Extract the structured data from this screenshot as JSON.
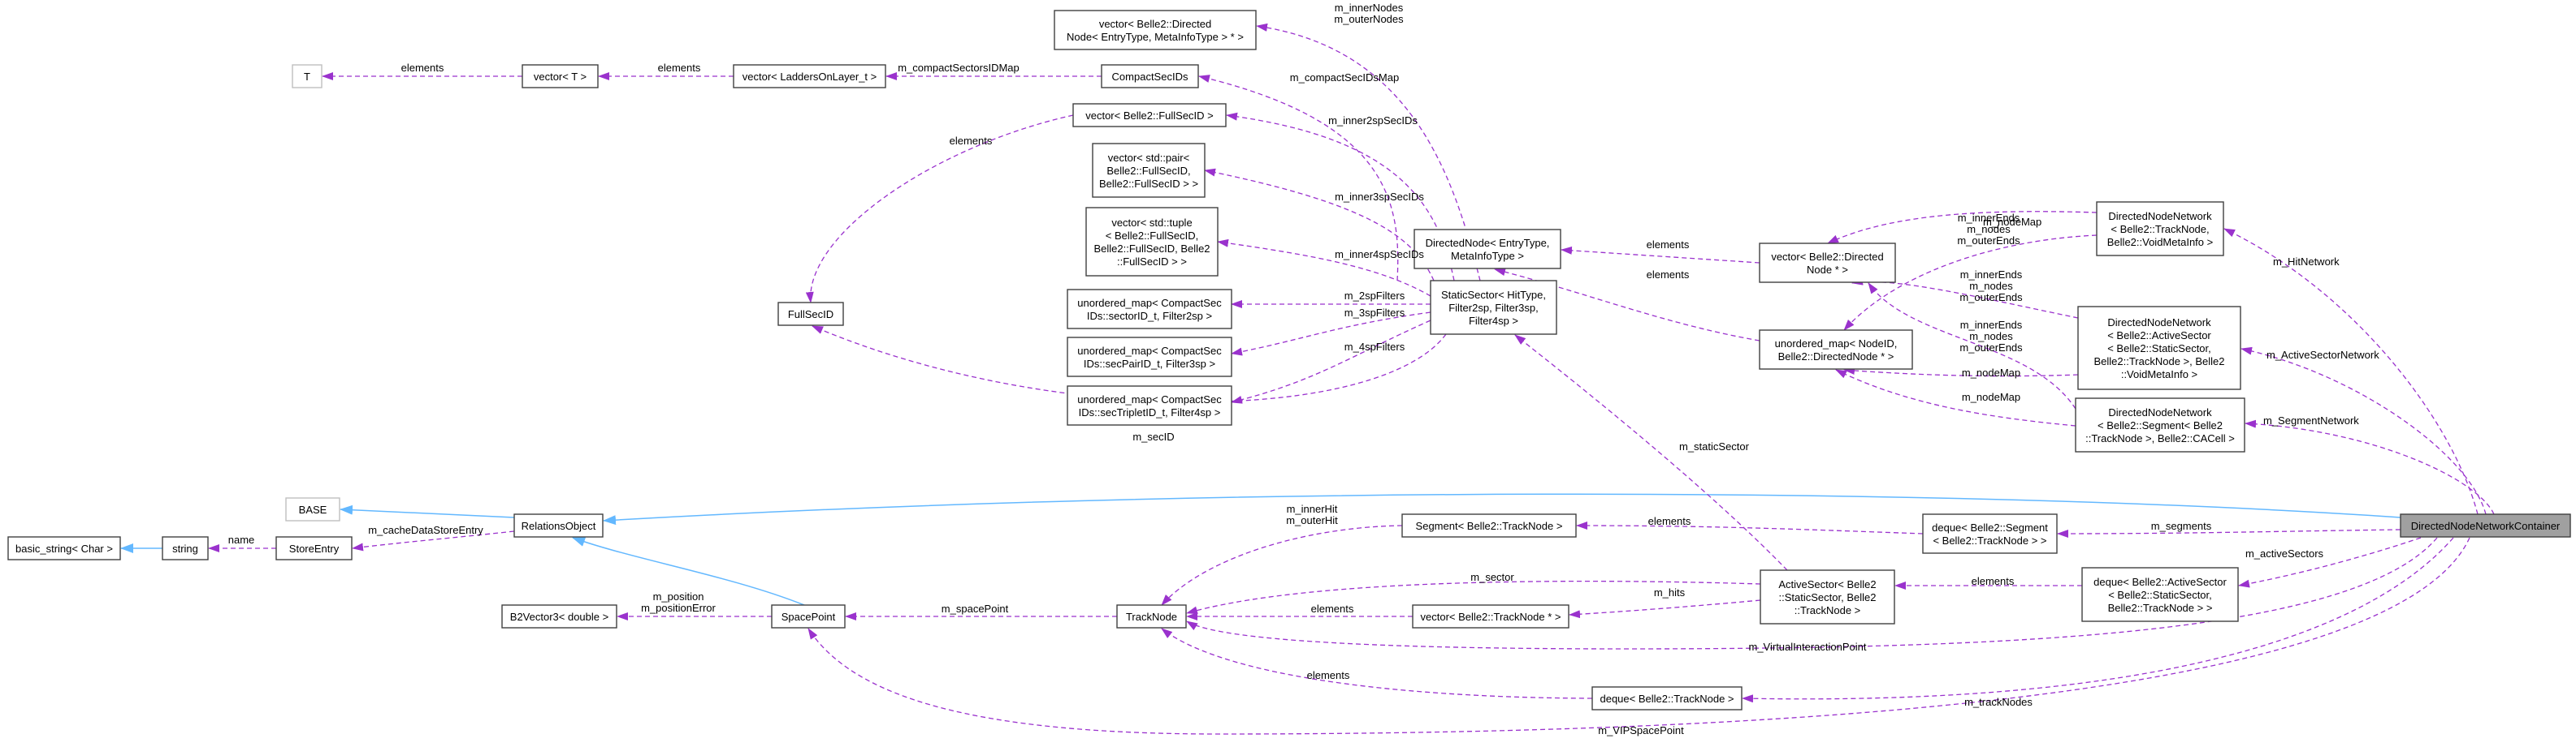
{
  "colors": {
    "usage_edge": "#9a32cd",
    "inherit_edge": "#63b8ff",
    "focus_fill": "#a0a0a0"
  },
  "nodes": {
    "T": [
      "T"
    ],
    "vecT": [
      "vector< T >"
    ],
    "vecLadders": [
      "vector< LaddersOnLayer_t >"
    ],
    "compactSecIDs": [
      "CompactSecIDs"
    ],
    "vecDirNodePtr": [
      "vector< Belle2::Directed",
      "Node< EntryType, MetaInfoType > * >"
    ],
    "vecFullSecID": [
      "vector< Belle2::FullSecID >"
    ],
    "vecPair": [
      "vector< std::pair<",
      "Belle2::FullSecID,",
      "Belle2::FullSecID > >"
    ],
    "vecTuple": [
      "vector< std::tuple",
      "< Belle2::FullSecID,",
      "Belle2::FullSecID, Belle2",
      "::FullSecID > >"
    ],
    "umap2sp": [
      "unordered_map< CompactSec",
      "IDs::sectorID_t, Filter2sp >"
    ],
    "umap3sp": [
      "unordered_map< CompactSec",
      "IDs::secPairID_t, Filter3sp >"
    ],
    "umap4sp": [
      "unordered_map< CompactSec",
      "IDs::secTripletID_t, Filter4sp >"
    ],
    "fullSecID": [
      "FullSecID"
    ],
    "staticSector": [
      "StaticSector< HitType,",
      "Filter2sp, Filter3sp,",
      "Filter4sp >"
    ],
    "directedNode": [
      "DirectedNode< EntryType,",
      "MetaInfoType >"
    ],
    "vecBelleDirNode": [
      "vector< Belle2::Directed",
      "Node * >"
    ],
    "umapNodeID": [
      "unordered_map< NodeID,",
      "Belle2::DirectedNode * >"
    ],
    "dnnTrackNode": [
      "DirectedNodeNetwork",
      "< Belle2::TrackNode,",
      "Belle2::VoidMetaInfo >"
    ],
    "dnnActiveSector": [
      "DirectedNodeNetwork",
      "< Belle2::ActiveSector",
      "< Belle2::StaticSector,",
      "Belle2::TrackNode >, Belle2",
      "::VoidMetaInfo >"
    ],
    "dnnSegment": [
      "DirectedNodeNetwork",
      "< Belle2::Segment< Belle2",
      "::TrackNode >, Belle2::CACell >"
    ],
    "base": [
      "BASE"
    ],
    "relationsObject": [
      "RelationsObject"
    ],
    "basicString": [
      "basic_string< Char >"
    ],
    "string": [
      "string"
    ],
    "storeEntry": [
      "StoreEntry"
    ],
    "b2vector3": [
      "B2Vector3< double >"
    ],
    "spacePoint": [
      "SpacePoint"
    ],
    "segment": [
      "Segment< Belle2::TrackNode >"
    ],
    "trackNode": [
      "TrackNode"
    ],
    "vecTrackNodePtr": [
      "vector< Belle2::TrackNode * >"
    ],
    "activeSector": [
      "ActiveSector< Belle2",
      "::StaticSector, Belle2",
      "::TrackNode >"
    ],
    "dequeSegment": [
      "deque< Belle2::Segment",
      "< Belle2::TrackNode > >"
    ],
    "dequeActiveSector": [
      "deque< Belle2::ActiveSector",
      "< Belle2::StaticSector,",
      "Belle2::TrackNode > >"
    ],
    "dequeTrackNode": [
      "deque< Belle2::TrackNode >"
    ],
    "container": [
      "DirectedNodeNetworkContainer"
    ]
  },
  "edges": {
    "vecT_T": [
      "elements"
    ],
    "vecLadders_vecT": [
      "elements"
    ],
    "compact_vecLadders": [
      "m_compactSectorsIDMap"
    ],
    "static_vecDirNodePtr": [
      "m_innerNodes",
      "m_outerNodes"
    ],
    "static_compact": [
      "m_compactSecIDsMap"
    ],
    "vecFullSecID_fullSecID": [
      "elements"
    ],
    "static_vecFullSecID": [
      "m_inner2spSecIDs"
    ],
    "static_vecPair": [
      "m_inner3spSecIDs"
    ],
    "static_vecTuple": [
      "m_inner4spSecIDs"
    ],
    "static_umap2sp": [
      "m_2spFilters"
    ],
    "static_umap3sp": [
      "m_3spFilters"
    ],
    "static_umap4sp": [
      "m_4spFilters"
    ],
    "static_fullSecID": [
      "m_secID"
    ],
    "vecBelle_directed": [
      "elements"
    ],
    "umap_directed": [
      "elements"
    ],
    "dnnTrack_vecBelle": [
      "m_innerEnds",
      "m_nodes",
      "m_outerEnds"
    ],
    "dnnTrack_umap": [
      "m_nodeMap"
    ],
    "dnnActive_vecBelle": [
      "m_innerEnds",
      "m_nodes",
      "m_outerEnds"
    ],
    "dnnSeg_vecBelle": [
      "m_innerEnds",
      "m_nodes",
      "m_outerEnds"
    ],
    "dnnActive_umap": [
      "m_nodeMap"
    ],
    "dnnSeg_umap": [
      "m_nodeMap"
    ],
    "active_static": [
      "m_staticSector"
    ],
    "cont_dnnTrack": [
      "m_HitNetwork"
    ],
    "cont_dnnActive": [
      "m_ActiveSectorNetwork"
    ],
    "cont_dnnSeg": [
      "m_SegmentNetwork"
    ],
    "storeEntry_relations": [
      "m_cacheDataStoreEntry"
    ],
    "string_storeEntry": [
      "name"
    ],
    "spacePoint_b2": [
      "m_position",
      "m_positionError"
    ],
    "segment_trackNode": [
      "m_innerHit",
      "m_outerHit"
    ],
    "dequeSeg_segment": [
      "elements"
    ],
    "cont_dequeSeg": [
      "m_segments"
    ],
    "active_trackNode": [
      "m_sector"
    ],
    "active_vecTrack": [
      "m_hits"
    ],
    "vecTrack_trackNode": [
      "elements"
    ],
    "trackNode_spacePoint": [
      "m_spacePoint"
    ],
    "dequeActive_active": [
      "elements"
    ],
    "cont_dequeActive": [
      "m_activeSectors"
    ],
    "cont_trackNode": [
      "m_VirtualInteractionPoint"
    ],
    "dequeTrack_trackNode": [
      "elements"
    ],
    "cont_dequeTrack": [
      "m_trackNodes"
    ],
    "cont_spacePoint": [
      "m_VIPSpacePoint"
    ]
  }
}
